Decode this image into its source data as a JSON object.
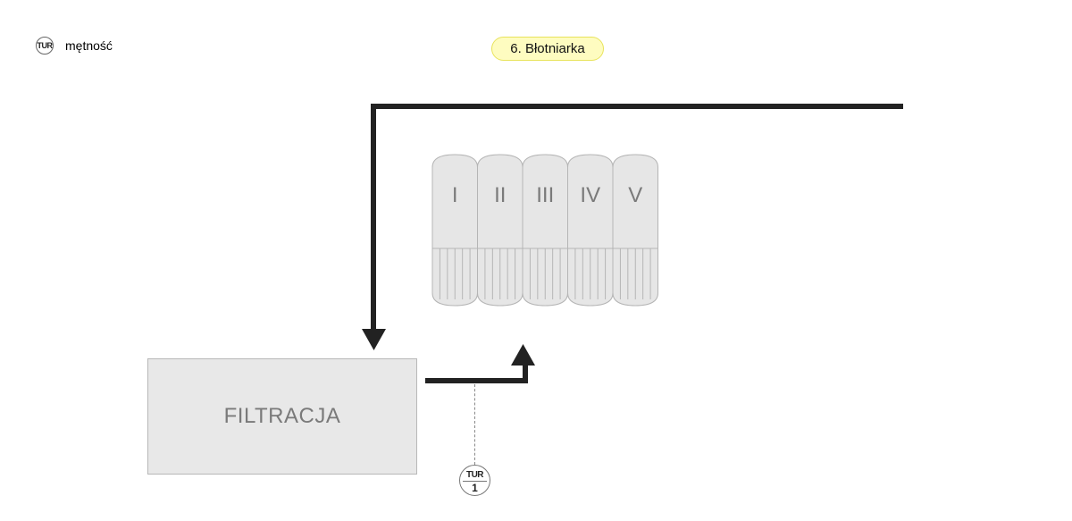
{
  "legend": {
    "badge": "TUR",
    "label": "mętność"
  },
  "title": "6. Błotniarka",
  "filter": {
    "label": "FILTRACJA"
  },
  "tanks": [
    "I",
    "II",
    "III",
    "IV",
    "V"
  ],
  "sensor": {
    "type": "TUR",
    "number": "1"
  },
  "colors": {
    "pipe": "#222222",
    "pill_fill": "#fefcc0",
    "pill_border": "#e8e35c",
    "tank_fill": "#e6e6e6",
    "filter_fill": "#e8e8e8"
  }
}
